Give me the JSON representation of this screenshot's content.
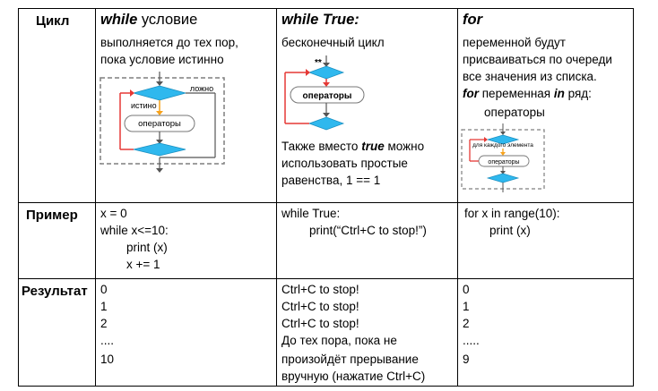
{
  "rows": {
    "loop": "Цикл",
    "example": "Пример",
    "result": "Результат"
  },
  "while_col": {
    "keyword": "while",
    "title_rest": " условие",
    "desc_1": "выполняется до тех пор,",
    "desc_2": "пока условие истинно",
    "diagram": {
      "false_label": "ложно",
      "true_label": "истино",
      "ops_label": "операторы"
    },
    "code": [
      "x = 0",
      "while x<=10:",
      "print (x)",
      "x += 1"
    ],
    "result": [
      "0",
      "1",
      "2",
      "....",
      "10"
    ]
  },
  "while_true_col": {
    "keyword": "while True:",
    "desc_1": "бесконечный цикл",
    "diagram": {
      "marker": "**",
      "ops_label": "операторы"
    },
    "note_1_pre": "Также вместо ",
    "note_1_kw": "true",
    "note_1_post": " можно",
    "note_2": "использовать простые",
    "note_3": "равенства,  1 == 1",
    "code": [
      "while True:",
      "print(“Ctrl+C to stop!”)"
    ],
    "result": [
      "Ctrl+C to stop!",
      "Ctrl+C to stop!",
      "Ctrl+C to stop!",
      "До тех пора, пока не",
      "произойдёт прерывание",
      "вручную (нажатие Ctrl+C)"
    ]
  },
  "for_col": {
    "keyword": "for",
    "desc_1": "переменной будут",
    "desc_2": "присваиваться по очереди",
    "desc_3": "все значения из списка.",
    "desc_4_kw1": "for",
    "desc_4_mid": " переменная ",
    "desc_4_kw2": "in",
    "desc_4_post": " ряд:",
    "desc_5": "операторы",
    "diagram": {
      "each_label": "для каждого элемента",
      "ops_label": "операторы"
    },
    "code": [
      "for x in range(10):",
      "print (x)"
    ],
    "result": [
      "0",
      "1",
      "2",
      ".....",
      "9"
    ]
  },
  "colors": {
    "accent_blue": "#2fb8ee",
    "arrow_red": "#e53935",
    "arrow_orange": "#f7a21b",
    "dash_gray": "#7f7f7f"
  }
}
